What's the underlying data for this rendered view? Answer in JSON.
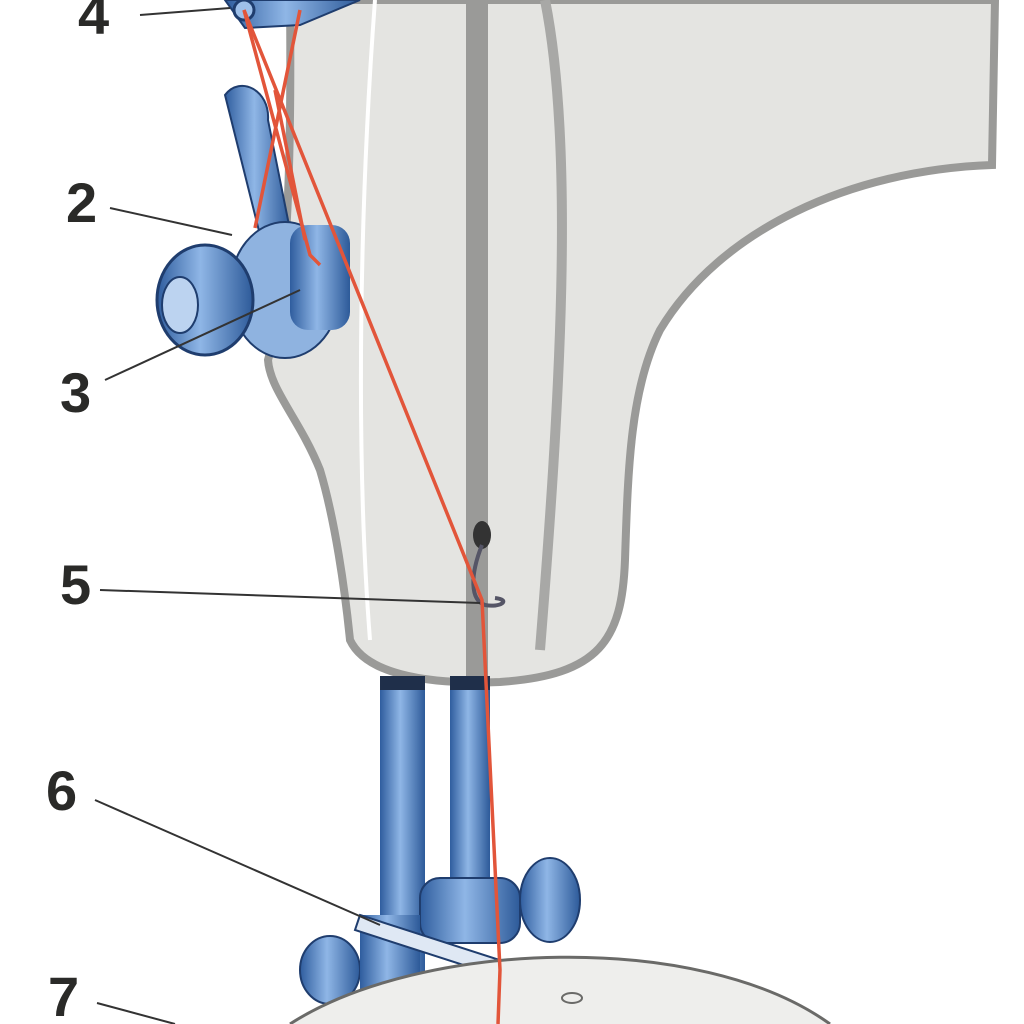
{
  "diagram": {
    "labels": [
      {
        "id": "4",
        "text": "4"
      },
      {
        "id": "2",
        "text": "2"
      },
      {
        "id": "3",
        "text": "3"
      },
      {
        "id": "5",
        "text": "5"
      },
      {
        "id": "6",
        "text": "6"
      },
      {
        "id": "7",
        "text": "7"
      }
    ],
    "colors": {
      "body": "#e4e4e1",
      "outline": "#9a9a98",
      "metal": "#5b8fd0",
      "thread": "#e2553a"
    }
  }
}
